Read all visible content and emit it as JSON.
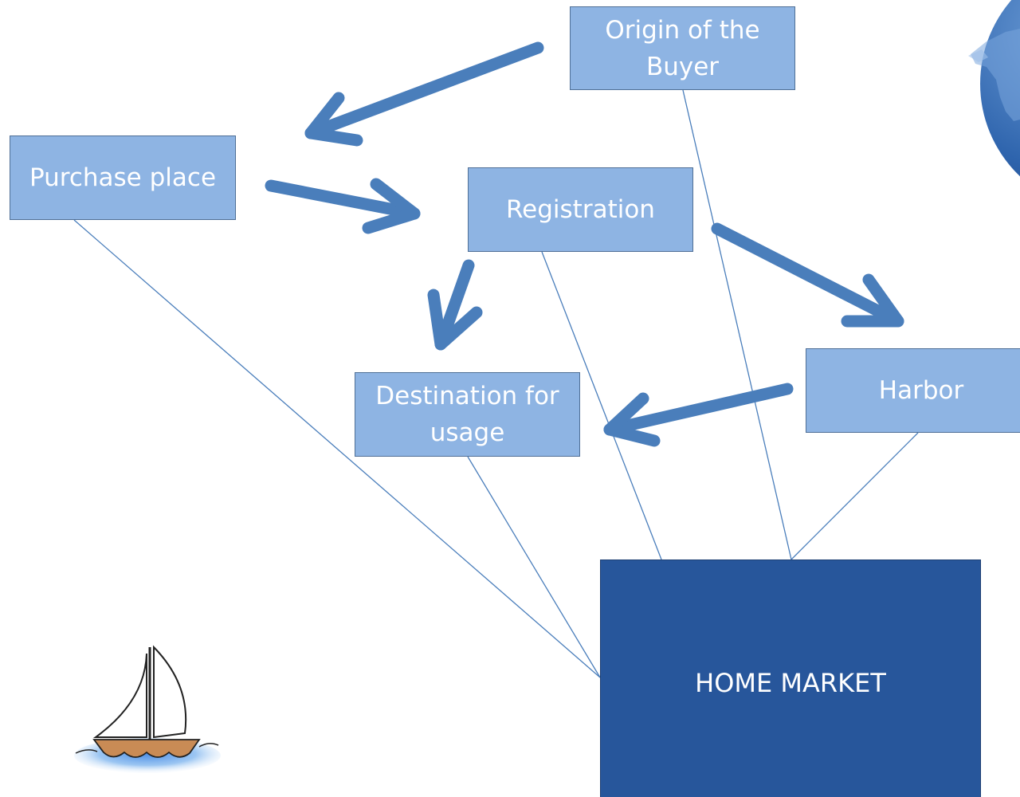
{
  "diagram": {
    "nodes": {
      "origin": "Origin of the Buyer",
      "purchase": "Purchase place",
      "registration": "Registration",
      "destination": "Destination for usage",
      "harbor": "Harbor",
      "home_market": "HOME MARKET"
    },
    "edges": [
      {
        "from": "origin",
        "to": "purchase",
        "style": "arrow"
      },
      {
        "from": "purchase",
        "to": "registration",
        "style": "arrow"
      },
      {
        "from": "registration",
        "to": "destination",
        "style": "arrow"
      },
      {
        "from": "registration",
        "to": "harbor",
        "style": "arrow"
      },
      {
        "from": "harbor",
        "to": "destination",
        "style": "arrow"
      },
      {
        "from": "origin",
        "to": "home_market",
        "style": "line"
      },
      {
        "from": "purchase",
        "to": "home_market",
        "style": "line"
      },
      {
        "from": "registration",
        "to": "home_market",
        "style": "line"
      },
      {
        "from": "destination",
        "to": "home_market",
        "style": "line"
      },
      {
        "from": "harbor",
        "to": "home_market",
        "style": "line"
      }
    ]
  },
  "colors": {
    "node_fill": "#8eb4e3",
    "node_text": "#ffffff",
    "home_fill": "#27569b",
    "arrow": "#4a7ebb",
    "connector": "#4a7ebb"
  },
  "icons": [
    "sailboat-icon",
    "globe-icon"
  ]
}
